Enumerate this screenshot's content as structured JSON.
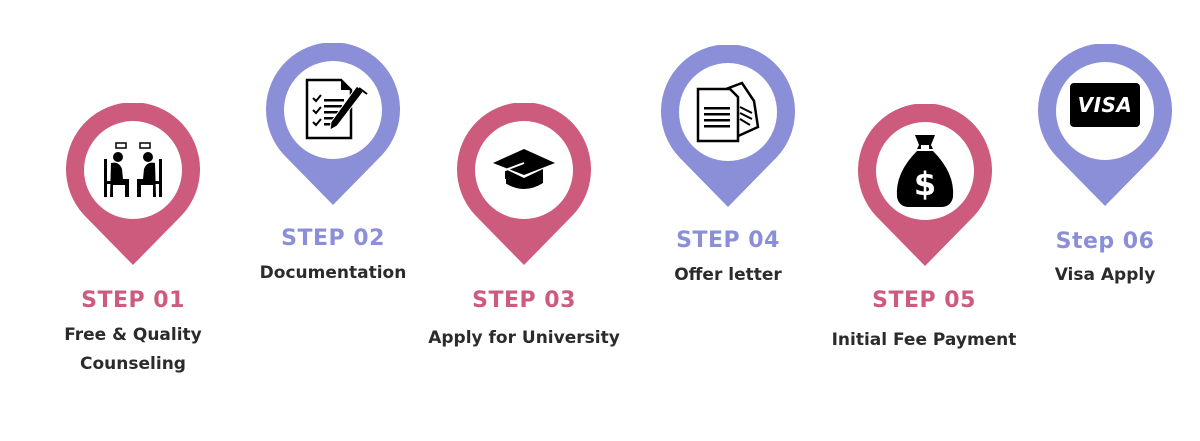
{
  "colors": {
    "pink": "#cc5b7e",
    "purple": "#8a8fd8",
    "text_dark": "#2b2b2b",
    "icon_black": "#000000"
  },
  "steps": [
    {
      "label": "STEP 01",
      "desc_line1": "Free & Quality",
      "desc_line2": "Counseling",
      "icon": "counseling-people-icon",
      "color": "pink"
    },
    {
      "label": "STEP 02",
      "desc_line1": "Documentation",
      "desc_line2": "",
      "icon": "document-checklist-pen-icon",
      "color": "purple"
    },
    {
      "label": "STEP 03",
      "desc_line1": "Apply for University",
      "desc_line2": "",
      "icon": "graduation-cap-icon",
      "color": "pink"
    },
    {
      "label": "STEP 04",
      "desc_line1": "Offer letter",
      "desc_line2": "",
      "icon": "documents-icon",
      "color": "purple"
    },
    {
      "label": "STEP 05",
      "desc_line1": "Initial Fee Payment",
      "desc_line2": "",
      "icon": "money-bag-icon",
      "color": "pink"
    },
    {
      "label": "Step 06",
      "desc_line1": "Visa Apply",
      "desc_line2": "",
      "icon": "visa-card-icon",
      "color": "purple"
    }
  ],
  "visa_card_text": "VISA",
  "money_symbol": "$"
}
